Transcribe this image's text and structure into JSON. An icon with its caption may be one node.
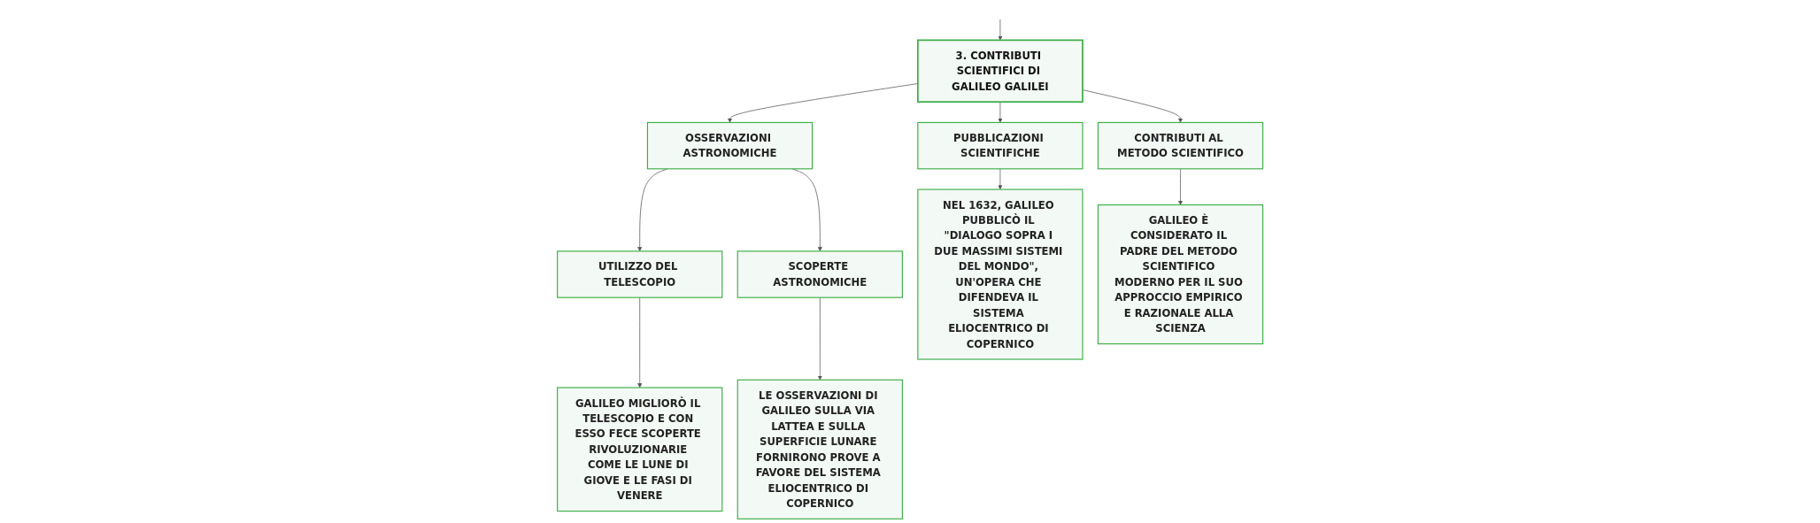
{
  "diagram": {
    "nodes": [
      {
        "text": [
          "3. CONTRIBUTI SCIENTIFICI DI GALILEO GALILEI"
        ]
      },
      {
        "text": [
          "OSSERVAZIONI ASTRONOMICHE"
        ]
      },
      {
        "text": [
          "PUBBLICAZIONI SCIENTIFICHE"
        ]
      },
      {
        "text": [
          "CONTRIBUTI AL METODO SCIENTIFICO"
        ]
      },
      {
        "text": [
          "UTILIZZO DEL TELESCOPIO"
        ]
      },
      {
        "text": [
          "SCOPERTE ASTRONOMICHE"
        ]
      },
      {
        "text": [
          "GALILEO MIGLIORÒ IL TELESCOPIO E CON ESSO FECE SCOPERTE RIVOLUZIONARIE COME LE LUNE DI GIOVE E LE FASI DI VENERE"
        ]
      },
      {
        "text": [
          "LE OSSERVAZIONI DI GALILEO SULLA VIA LATTEA E SULLA SUPERFICIE LUNARE FORNIRONO PROVE A FAVORE DEL SISTEMA ELIOCENTRICO DI COPERNICO"
        ]
      },
      {
        "text": [
          "NEL 1632, GALILEO PUBBLICÒ IL \"DIALOGO SOPRA I DUE MASSIMI SISTEMI DEL MONDO\", UN'OPERA CHE DIFENDEVA IL SISTEMA ELIOCENTRICO DI COPERNICO"
        ]
      },
      {
        "text": [
          "GALILEO È CONSIDERATO IL PADRE DEL METODO SCIENTIFICO MODERNO PER IL SUO APPROCCIO EMPIRICO E RAZIONALE ALLA SCIENZA"
        ]
      }
    ],
    "edges": [
      {
        "from": null,
        "to": 0,
        "arrow": "to"
      },
      {
        "from": 0,
        "to": 1,
        "arrow": "to"
      },
      {
        "from": 0,
        "to": 2,
        "arrow": "to"
      },
      {
        "from": 0,
        "to": 3,
        "arrow": "to"
      },
      {
        "from": 1,
        "to": 4,
        "arrow": "to"
      },
      {
        "from": 1,
        "to": 5,
        "arrow": "to"
      },
      {
        "from": 4,
        "to": 6,
        "arrow": "to"
      },
      {
        "from": 5,
        "to": 7,
        "arrow": "to"
      },
      {
        "from": 2,
        "to": 8,
        "arrow": "to"
      },
      {
        "from": 3,
        "to": 9,
        "arrow": "to"
      }
    ]
  }
}
